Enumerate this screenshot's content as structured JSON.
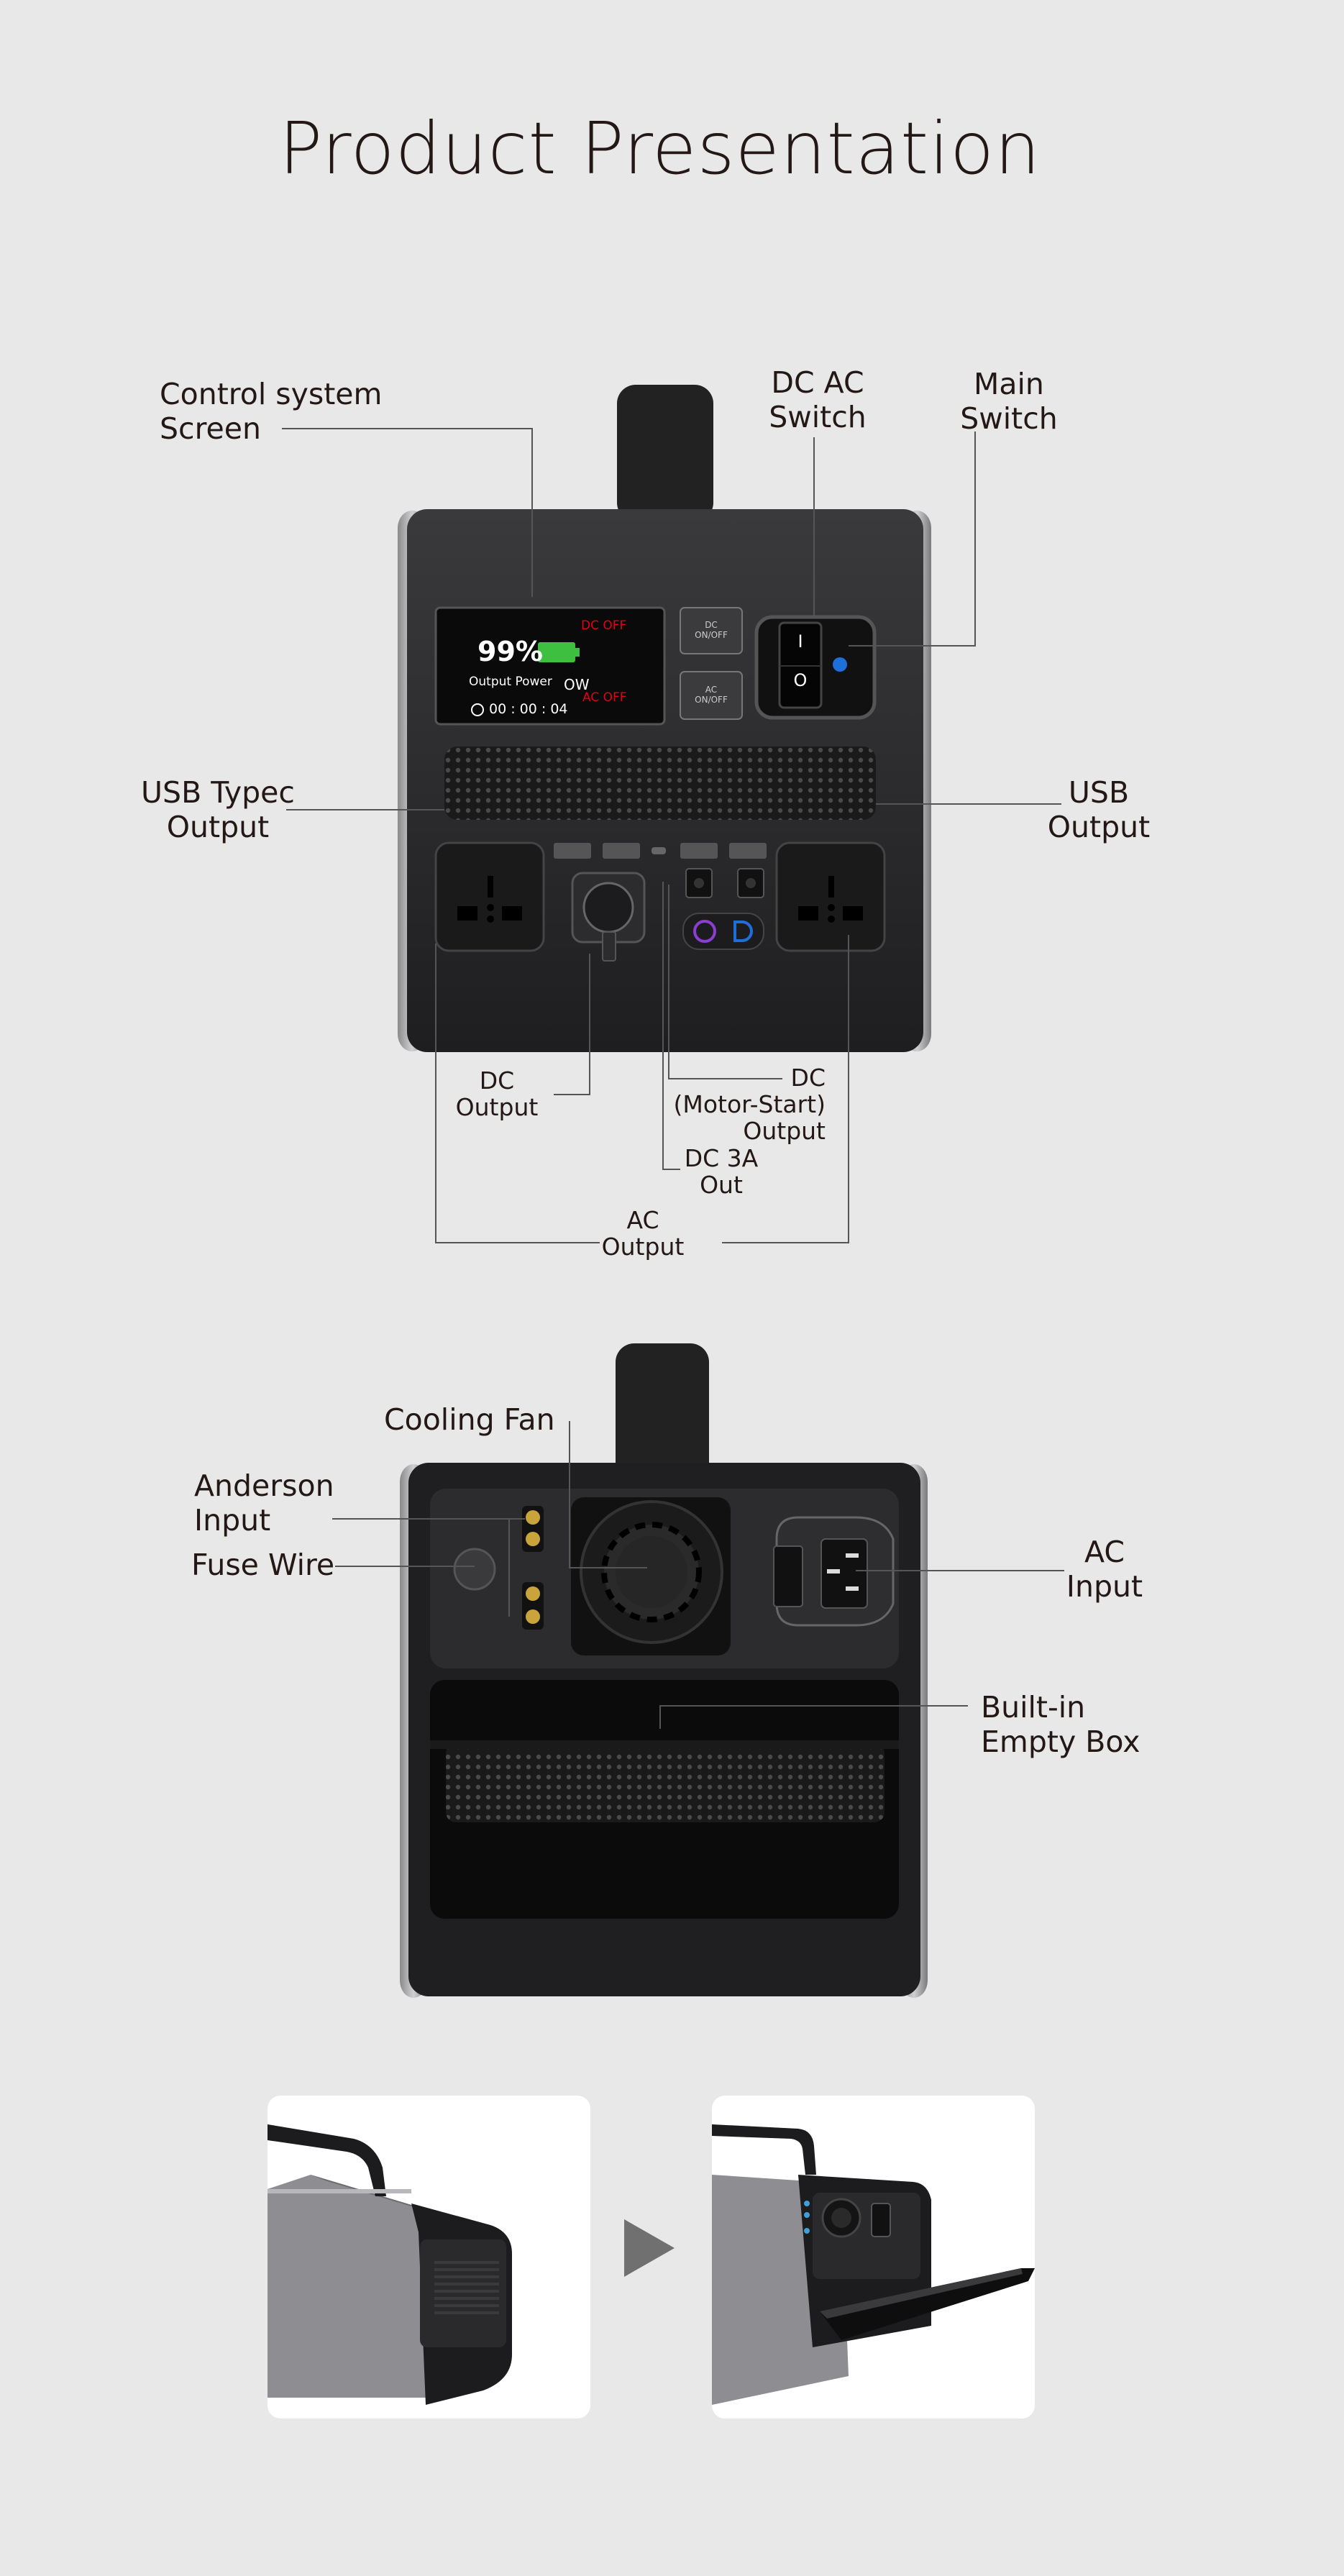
{
  "page": {
    "title": "Product Presentation"
  },
  "front_view": {
    "labels": {
      "control_screen": "Control system\nScreen",
      "dc_ac_switch": "DC AC\nSwitch",
      "main_switch": "Main\nSwitch",
      "usb_typec_output": "USB Typec\nOutput",
      "usb_output": "USB\nOutput",
      "dc_output": "DC\nOutput",
      "dc_motor_start_output": "DC\n(Motor-Start)\nOutput",
      "dc_3a_out": "DC 3A\nOut",
      "ac_output": "AC\nOutput"
    },
    "screen": {
      "battery_percent": "99%",
      "dc_status": "DC OFF",
      "ac_status": "AC OFF",
      "output_power_label": "Output Power",
      "output_power_value": "OW",
      "timer": "00 : 00 : 04"
    },
    "buttons": {
      "dc_button": "DC\nON/OFF",
      "ac_button": "AC\nON/OFF",
      "switch_on_mark": "I",
      "switch_off_mark": "O"
    },
    "colors": {
      "body": "#2a2a2c",
      "status_red": "#e60012",
      "battery_green": "#3fbf3f",
      "indicator_blue": "#1e6fd9",
      "indicator_purple": "#8a3fd1"
    }
  },
  "back_view": {
    "labels": {
      "cooling_fan": "Cooling Fan",
      "anderson_input": "Anderson\nInput",
      "fuse_wire": "Fuse Wire",
      "ac_input": "AC\nInput",
      "built_in_empty_box": "Built-in\nEmpty Box"
    }
  },
  "bottom": {
    "arrow_icon": "play-triangle-icon"
  }
}
